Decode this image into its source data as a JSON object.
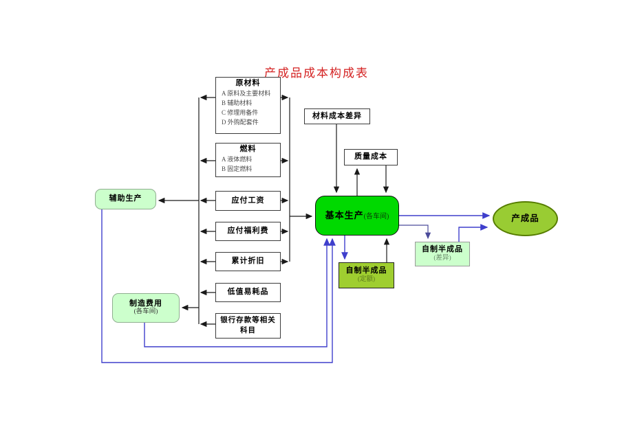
{
  "title": {
    "text": "产成品成本构成表",
    "color": "#d42222"
  },
  "nodes": {
    "raw_materials": {
      "title": "原材料",
      "items": [
        "A 原料及主要材料",
        "B 辅助材料",
        "C 修理用备件",
        "D 外购配套件"
      ]
    },
    "fuel": {
      "title": "燃料",
      "items": [
        "A 液体燃料",
        "B 固定燃料"
      ]
    },
    "wages": {
      "title": "应付工资"
    },
    "welfare": {
      "title": "应付福利费"
    },
    "depreciation": {
      "title": "累计折旧"
    },
    "consumables": {
      "title": "低值易耗品"
    },
    "bank": {
      "line1": "银行存款等相关",
      "line2": "科目"
    },
    "aux_production": {
      "title": "辅助生产"
    },
    "manufacturing": {
      "title": "制造费用",
      "subtitle": "(各车间)"
    },
    "material_variance": {
      "title": "材料成本差异"
    },
    "quality_cost": {
      "title": "质量成本"
    },
    "basic_production": {
      "title": "基本生产",
      "subtitle": "(各车间)"
    },
    "semi_finished_quota": {
      "title": "自制半成品",
      "subtitle": "(定额)"
    },
    "semi_finished_variance": {
      "title": "自制半成品",
      "subtitle": "(差异)"
    },
    "finished_goods": {
      "title": "产成品"
    }
  },
  "colors": {
    "title_red": "#d42222",
    "basic_production_green": "#00d900",
    "quota_green": "#9fce30",
    "pale_green": "#ccffcc",
    "finished_green": "#99cc33",
    "connector_blue": "#3f3fcc",
    "connector_black": "#1a1a1a"
  }
}
